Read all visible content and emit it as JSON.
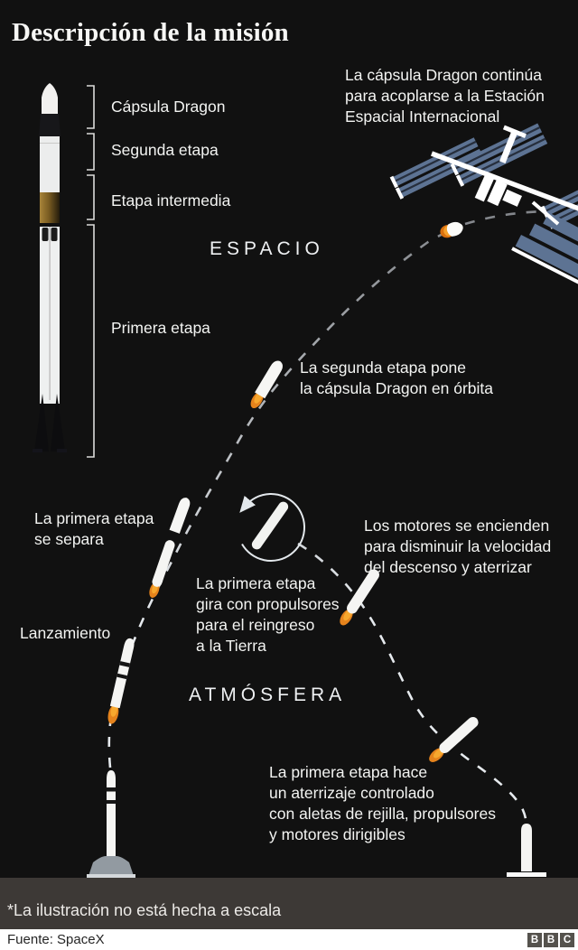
{
  "title": "Descripción de la misión",
  "rocket_diagram": {
    "labels": [
      "Cápsula Dragon",
      "Segunda etapa",
      "Etapa intermedia",
      "Primera etapa"
    ]
  },
  "zones": {
    "space": "ESPACIO",
    "atmosphere": "ATMÓSFERA"
  },
  "annotations": {
    "iss": [
      "La cápsula Dragon continúa",
      "para acoplarse a la Estación",
      "Espacial Internacional"
    ],
    "orbit": [
      "La segunda etapa pone",
      "la cápsula Dragon en órbita"
    ],
    "separation": [
      "La primera etapa",
      "se separa"
    ],
    "flip": [
      "La primera etapa",
      "gira con propulsores",
      "para el reingreso",
      "a la Tierra"
    ],
    "burn": [
      "Los motores se encienden",
      "para disminuir la velocidad",
      "del descenso y aterrizar"
    ],
    "launch": "Lanzamiento",
    "landing": [
      "La primera etapa hace",
      "un aterrizaje controlado",
      "con aletas de rejilla, propulsores",
      "y motores dirigibles"
    ]
  },
  "footnote": "*La ilustración no está hecha a escala",
  "footer": {
    "source": "Fuente: SpaceX",
    "logo_letters": [
      "B",
      "B",
      "C"
    ]
  },
  "colors": {
    "space_bg": "#1e1e1e",
    "atmosphere_bg": "#506b89",
    "ground_band": "#3d3936",
    "footer_bg": "#ffffff",
    "flame_orange": "#e8831c",
    "solar_panel_blue": "#5d7393",
    "text_light": "#f3f4f2"
  },
  "icons": {
    "rocket_cutaway": "falcon9-rocket-illustration",
    "iss": "space-station-illustration",
    "dragon_capsule": "dragon-capsule-icon",
    "rotation_arrow": "counterclockwise-arrow-icon",
    "trajectory": "dashed-flight-path",
    "launch_mount": "launch-pad-mount",
    "landing_pad": "landing-pad-line",
    "bbc_logo": "bbc-logo"
  }
}
